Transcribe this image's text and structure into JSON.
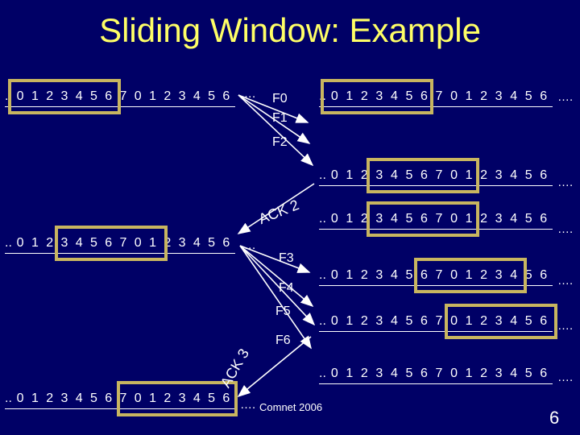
{
  "title": "Sliding Window: Example",
  "sequence": [
    "0",
    "1",
    "2",
    "3",
    "4",
    "5",
    "6",
    "7",
    "0",
    "1",
    "2",
    "3",
    "4",
    "5",
    "6"
  ],
  "lead_dots": "..",
  "trail_dots": "….",
  "frames": {
    "f0": "F0",
    "f1": "F1",
    "f2": "F2",
    "f3": "F3",
    "f4": "F4",
    "f5": "F5",
    "f6": "F6"
  },
  "acks": {
    "ack2": "ACK 2",
    "ack3": "ACK 3"
  },
  "footer": "Comnet 2006",
  "page_number": "6",
  "colors": {
    "background": "#000066",
    "title": "#ffff66",
    "window_border": "#c8b560",
    "text": "#ffffff"
  }
}
